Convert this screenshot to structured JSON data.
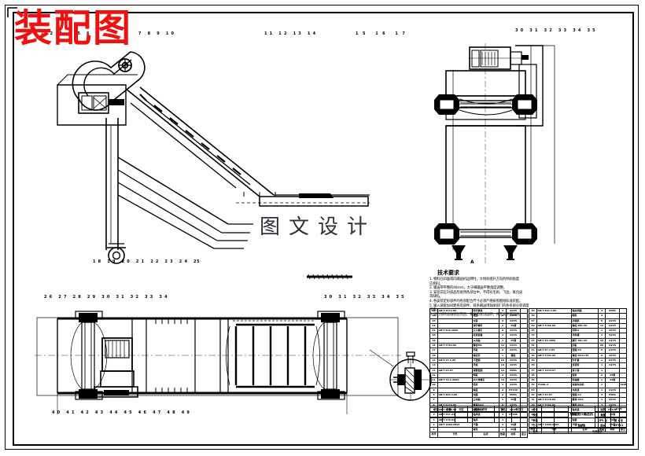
{
  "document": {
    "kind": "cad-assembly-drawing",
    "watermark_red": "装配图",
    "watermark_gray": "图文设计",
    "sheet_size": "A2",
    "background": "#ffffff",
    "line_color": "#000000",
    "watermark_red_color": "#ee1111",
    "watermark_gray_color": "#2f2f3a"
  },
  "callouts": {
    "top_left": "1 2 3    4 5 6",
    "top_left_b": "7  8 9 10",
    "top_mid": "11 12 13  14",
    "top_mid_b": "15   16  17",
    "top_right": "30      31  32 33 34 35",
    "front_bottom": "18 19    20 21 22 23 24",
    "front_bottom_b": "25",
    "plan_top": "26 27 28 29 30      31 32 33  34",
    "plan_bottom": "40 41    42 43 44   45 46 47  48  49",
    "section_mark": "A"
  },
  "notes": {
    "title": "技术要求",
    "lines": [
      "1. 物料在斜面或向输送机运转时，大倾斜提升方向的倾斜角度",
      "   应相同。",
      "2. 输送带平整的40mm，大于细输送平整角度调整，",
      "3. 安装前应对部品检查用各部位中，不得有毛刺、飞边、氧化皮",
      "   等缺陷。",
      "4. 各安装定形部件的各部配合尺寸必须严格按照图纸标准装配。",
      "5. 输入链套加间距各及部件，链条输送用轴承部门的各条部分装调度",
      "   检查。",
      "6. 运行部的设备装配完后，要做检查试运转，并无异于充润滑。"
    ]
  },
  "bom_left": {
    "columns": [
      "序号",
      "代号",
      "名称",
      "数量",
      "材料",
      "备注"
    ],
    "rows": [
      [
        "1",
        "",
        "链轮",
        "1",
        "45钢",
        ""
      ],
      [
        "2",
        "GB/T 1096-2003",
        "平键",
        "2",
        "45钢",
        ""
      ],
      [
        "3",
        "GB/T 276-94",
        "轴承",
        "4",
        "",
        ""
      ],
      [
        "4",
        "GB/T 297-94",
        "轴承座",
        "4",
        "HT200",
        ""
      ],
      [
        "5",
        "GB/T 5782-86",
        "螺栓M10",
        "8",
        "Q235",
        ""
      ],
      [
        "6",
        "GB/T 6170-86",
        "螺母M10",
        "8",
        "Q235",
        ""
      ],
      [
        "7",
        "",
        "主动轴",
        "1",
        "45钢",
        ""
      ],
      [
        "8",
        "GB/T 894.1-86",
        "挡圈",
        "2",
        "65Mn",
        ""
      ],
      [
        "9",
        "",
        "端盖",
        "2",
        "HT150",
        ""
      ],
      [
        "10",
        "",
        "机架",
        "1",
        "Q235",
        ""
      ],
      [
        "11",
        "GB/T 70.1-2000",
        "内六角螺钉",
        "16",
        "Q235",
        ""
      ],
      [
        "12",
        "",
        "侧板",
        "2",
        "Q235",
        ""
      ],
      [
        "13",
        "GB/T 93-87",
        "弹簧垫圈",
        "16",
        "65Mn",
        ""
      ],
      [
        "14",
        "",
        "托辊",
        "12",
        "Q235",
        ""
      ],
      [
        "15",
        "GB/T 97.1-85",
        "平垫圈",
        "16",
        "Q235",
        ""
      ],
      [
        "16",
        "",
        "输送带",
        "1",
        "橡胶",
        ""
      ],
      [
        "17",
        "",
        "挡板",
        "2",
        "Q235",
        ""
      ],
      [
        "18",
        "GB/T 5783-86",
        "螺栓M8",
        "12",
        "Q235",
        ""
      ],
      [
        "19",
        "",
        "从动轴",
        "1",
        "45钢",
        ""
      ],
      [
        "20",
        "",
        "张紧装置",
        "2",
        "Q235",
        ""
      ],
      [
        "21",
        "GB/T 819-2000",
        "沉头螺钉",
        "8",
        "Q235",
        ""
      ],
      [
        "22",
        "",
        "调节螺杆",
        "2",
        "45钢",
        ""
      ],
      [
        "23",
        "",
        "支腿",
        "4",
        "Q235",
        ""
      ],
      [
        "24",
        "",
        "底座",
        "1",
        "Q235",
        ""
      ],
      [
        "25",
        "GB/T 6171-86",
        "细牙螺母",
        "4",
        "Q235",
        ""
      ]
    ]
  },
  "bom_right": {
    "columns": [
      "序号",
      "代号",
      "名称",
      "数量",
      "材料",
      "备注"
    ],
    "rows": [
      [
        "26",
        "GB/T 1096-2003",
        "平键 8×40",
        "1",
        "45钢",
        ""
      ],
      [
        "27",
        "",
        "轴套",
        "2",
        "45钢",
        ""
      ],
      [
        "28",
        "",
        "隔套",
        "2",
        "45钢",
        ""
      ],
      [
        "29",
        "",
        "轴承盖",
        "2",
        "HT150",
        ""
      ],
      [
        "30",
        "GB/T 5782-86",
        "螺栓 M12",
        "4",
        "Q235",
        ""
      ],
      [
        "31",
        "GB/T 6170-86",
        "螺母 M12",
        "4",
        "Q235",
        ""
      ],
      [
        "32",
        "GB/T 93-87",
        "垫圈 12",
        "4",
        "65Mn",
        ""
      ],
      [
        "33",
        "",
        "电机座",
        "1",
        "Q235",
        ""
      ],
      [
        "34",
        "Y100L-4",
        "减速电动机",
        "1",
        "",
        "3kW"
      ],
      [
        "35",
        "",
        "联轴器",
        "1",
        "45钢",
        ""
      ],
      [
        "36",
        "",
        "链条",
        "2",
        "45钢",
        ""
      ],
      [
        "37",
        "GB/T 1243-97",
        "滚子链",
        "1",
        "",
        ""
      ],
      [
        "38",
        "",
        "张紧轮",
        "1",
        "Q235",
        ""
      ],
      [
        "39",
        "",
        "防护罩",
        "1",
        "Q235",
        ""
      ],
      [
        "40",
        "GB/T 5781-86",
        "螺栓 M10×35",
        "8",
        "Q235",
        ""
      ],
      [
        "41",
        "GB/T 97.1-85",
        "垫圈 10",
        "8",
        "Q235",
        ""
      ],
      [
        "42",
        "",
        "刮板",
        "20",
        "Q235",
        ""
      ],
      [
        "43",
        "GB/T 65-2000",
        "螺钉 M6×20",
        "40",
        "Q235",
        ""
      ],
      [
        "44",
        "",
        "导料槽",
        "2",
        "Q235",
        ""
      ],
      [
        "45",
        "",
        "卸料斗",
        "1",
        "Q235",
        ""
      ],
      [
        "46",
        "GB/T 5782-86",
        "螺栓 M8×30",
        "16",
        "Q235",
        ""
      ],
      [
        "47",
        "",
        "加强筋",
        "8",
        "Q235",
        ""
      ],
      [
        "48",
        "",
        "脚轮",
        "4",
        "",
        ""
      ],
      [
        "49",
        "GB/T 894.1-86",
        "轴用挡圈",
        "4",
        "65Mn",
        ""
      ]
    ]
  },
  "title_block": {
    "drawing_name": "带式提升输送机",
    "drawing_name_en": "装配图",
    "scale_label": "比例",
    "scale_value": "1:10",
    "mass_label": "重量",
    "mass_value": "",
    "sheet_label": "共 1 张",
    "sheet_value": "第 1 张",
    "code_label": "图号",
    "code_value": "ZPT-01",
    "rows": [
      {
        "role": "设计",
        "name": "",
        "date": ""
      },
      {
        "role": "校核",
        "name": "",
        "date": ""
      },
      {
        "role": "审核",
        "name": "",
        "date": ""
      },
      {
        "role": "工艺",
        "name": "",
        "date": ""
      },
      {
        "role": "批准",
        "name": "",
        "date": ""
      }
    ],
    "org": "机械设计",
    "marks": [
      "标记",
      "处数",
      "分区",
      "更改文件号",
      "签名",
      "年月日"
    ]
  }
}
